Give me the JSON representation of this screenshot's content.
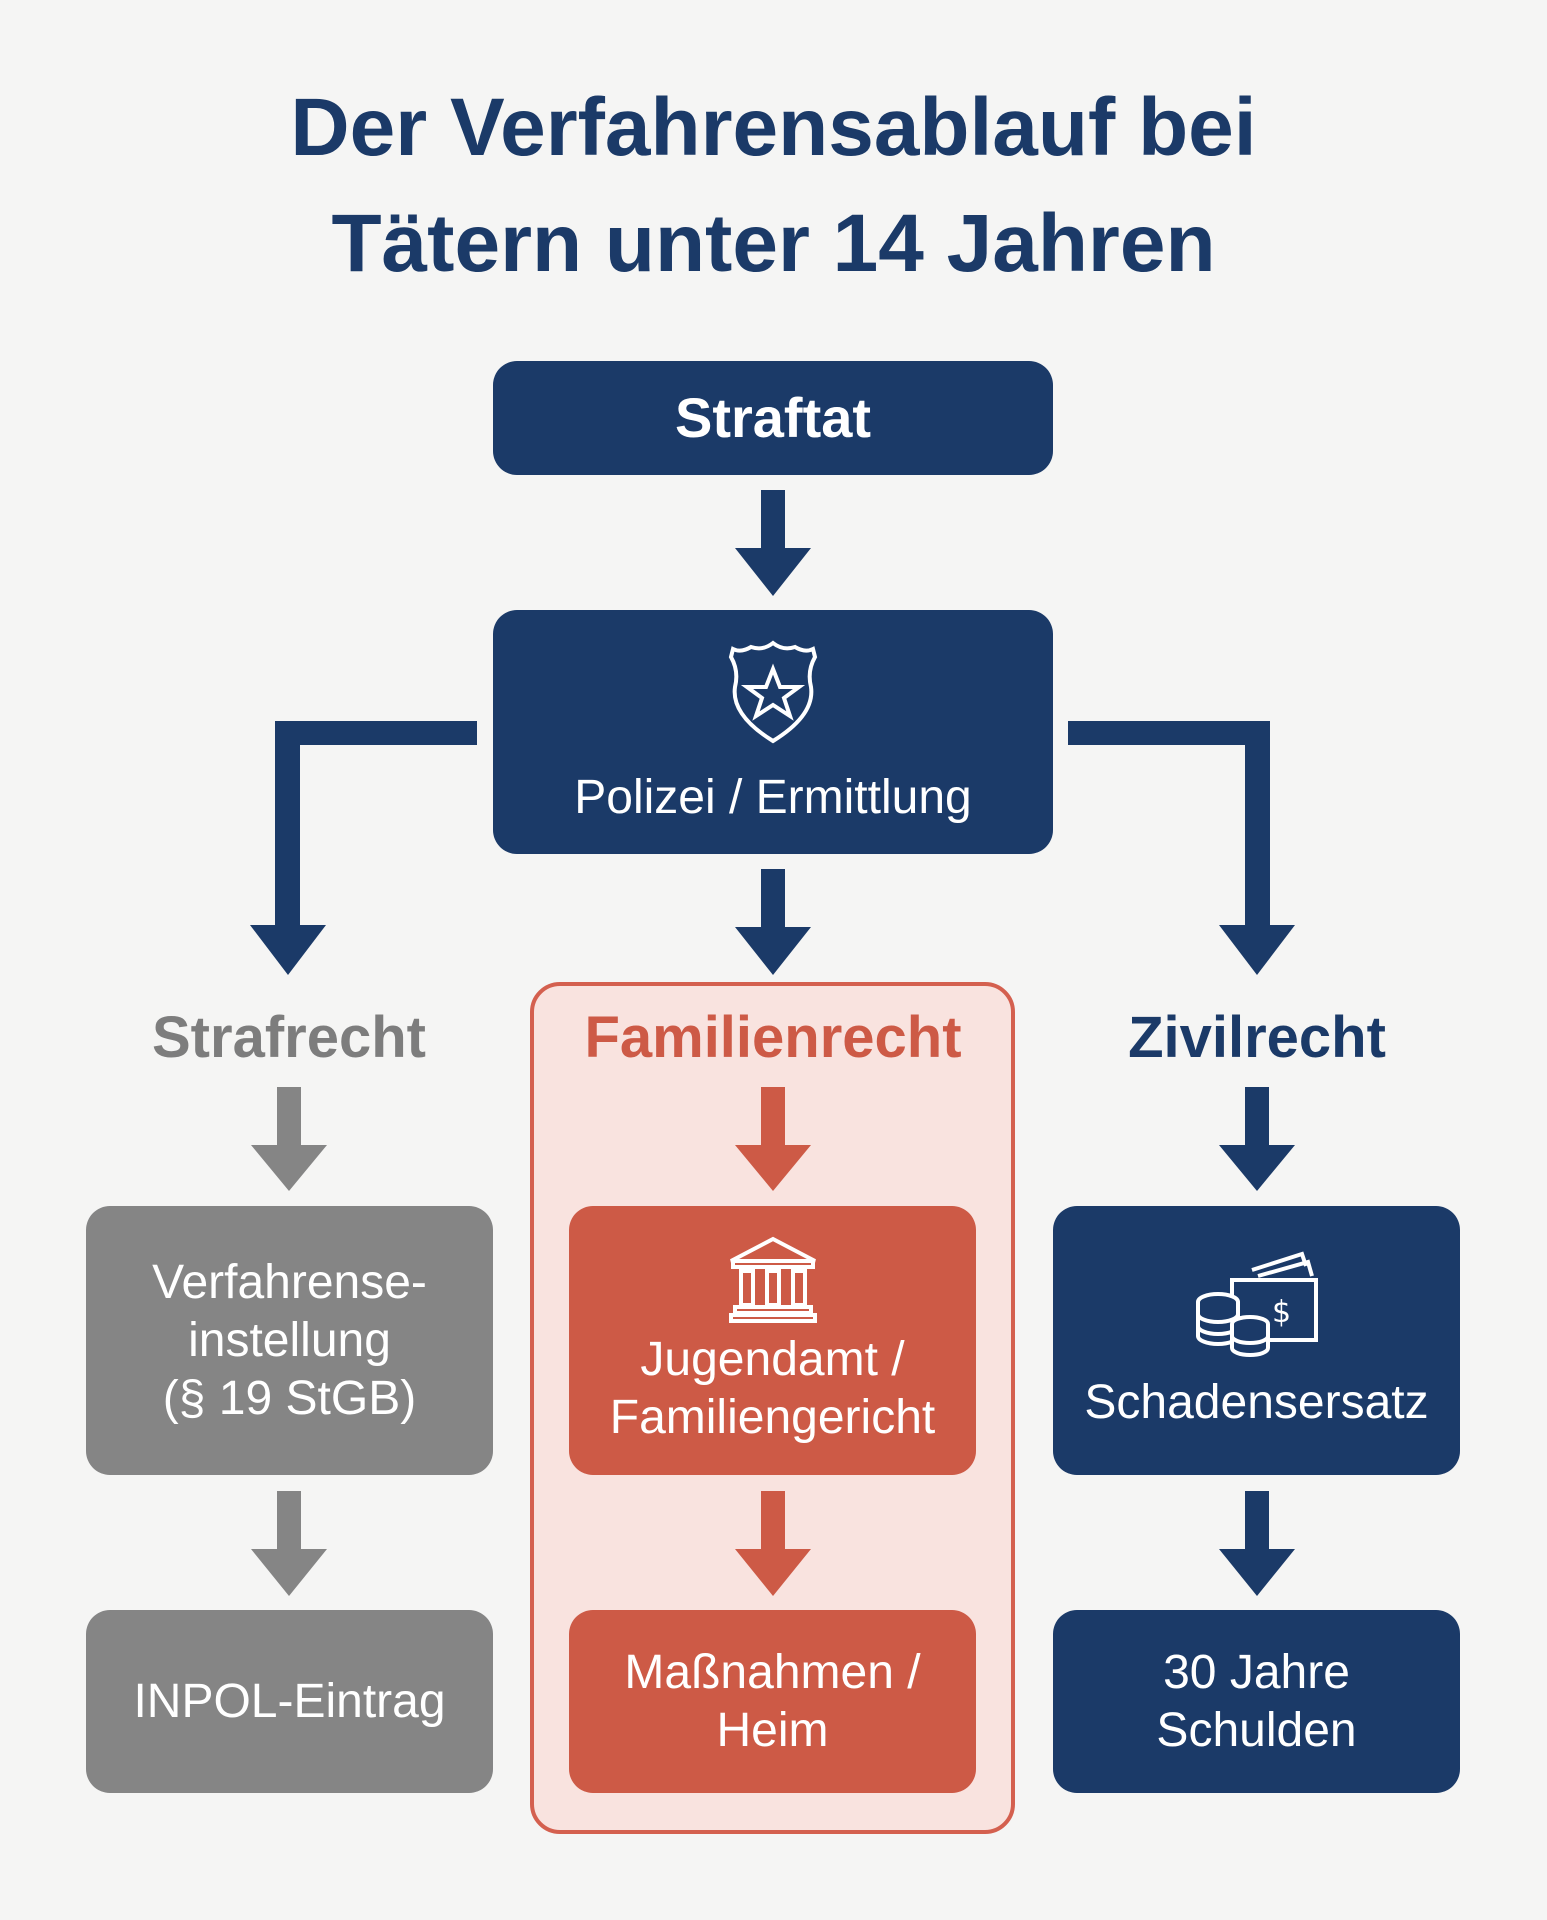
{
  "title": {
    "line1": "Der Verfahrensablauf bei",
    "line2": "Tätern unter 14 Jahren"
  },
  "nodes": {
    "straftat": "Straftat",
    "polizei": "Polizei / Ermittlung",
    "strafrecht": {
      "label": "Strafrecht",
      "step1": [
        "Verfahrense-",
        "instellung",
        "(§ 19 StGB)"
      ],
      "step2": "INPOL-Eintrag"
    },
    "familienrecht": {
      "label": "Familienrecht",
      "step1": [
        "Jugendamt /",
        "Familiengericht"
      ],
      "step2": [
        "Maßnahmen /",
        "Heim"
      ]
    },
    "zivilrecht": {
      "label": "Zivilrecht",
      "step1": "Schadensersatz",
      "step2": [
        "30 Jahre",
        "Schulden"
      ]
    }
  },
  "icons": {
    "polizei": "police-badge-icon",
    "familienrecht": "courthouse-icon",
    "zivilrecht": "money-coins-icon"
  },
  "colors": {
    "navy": "#1b3a68",
    "grey": "#858585",
    "red": "#cd5a46",
    "highlight": "#f9e3df"
  }
}
